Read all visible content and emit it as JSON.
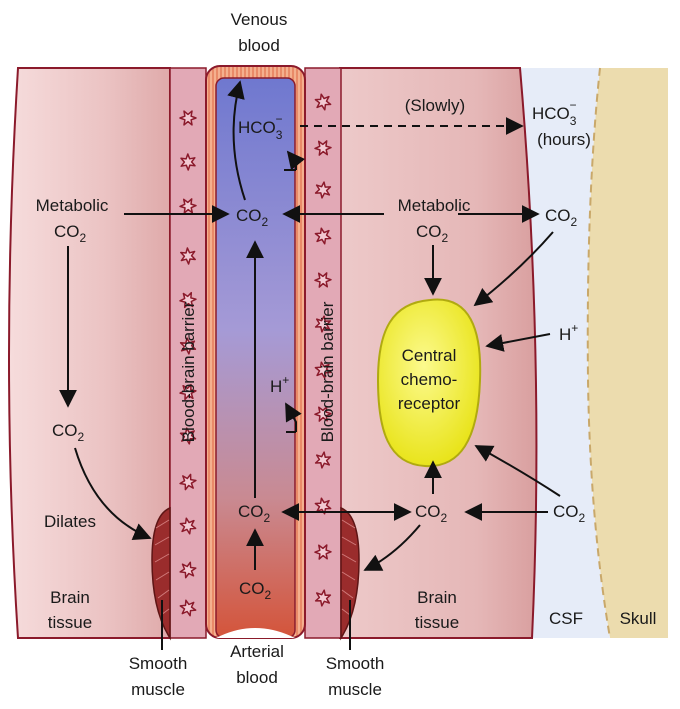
{
  "labels": {
    "venous_blood_1": "Venous",
    "venous_blood_2": "blood",
    "arterial_blood_1": "Arterial",
    "arterial_blood_2": "blood",
    "slowly": "(Slowly)",
    "hours": "(hours)",
    "metabolic": "Metabolic",
    "co": "CO",
    "two": "2",
    "hco": "HCO",
    "three": "3",
    "minus": "−",
    "h": "H",
    "plus": "+",
    "dilates": "Dilates",
    "brain": "Brain",
    "tissue": "tissue",
    "smooth": "Smooth",
    "muscle": "muscle",
    "csf": "CSF",
    "skull": "Skull",
    "bbb": "Blood-brain barrier",
    "central_1": "Central",
    "central_2": "chemo-",
    "central_3": "receptor"
  },
  "colors": {
    "tissue": "#e9bdbd",
    "tissue_edge": "#8b1a2b",
    "barrier": "#e0a6b4",
    "vessel_top": "#7e86d4",
    "vessel_bottom": "#d25a3c",
    "vessel_wall": "#f1a07c",
    "csf": "#e6ecf8",
    "skull": "#ecdcae",
    "receptor": "#f2ee3a",
    "muscle": "#9a2c2c"
  }
}
